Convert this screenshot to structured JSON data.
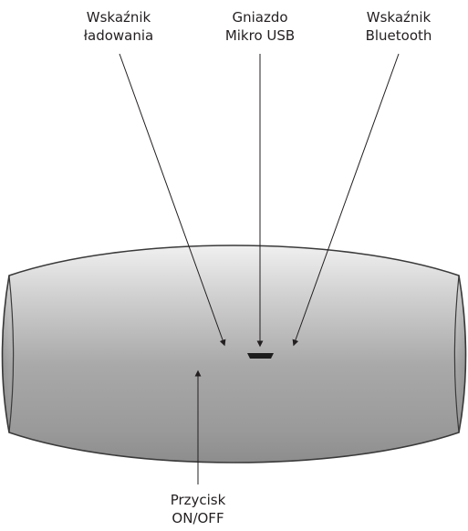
{
  "labels": {
    "charging_indicator": {
      "line1": "Wskaźnik",
      "line2": "ładowania"
    },
    "micro_usb_socket": {
      "line1": "Gniazdo",
      "line2": "Mikro USB"
    },
    "bluetooth_indicator": {
      "line1": "Wskaźnik",
      "line2": "Bluetooth"
    },
    "power_button": {
      "line1": "Przycisk",
      "line2": "ON/OFF"
    }
  },
  "colors": {
    "line": "#231f20",
    "device_outline": "#3a3a3a",
    "device_light": "#e7e7e7",
    "device_mid": "#b5b5b5",
    "device_dark": "#8f8f8f"
  }
}
